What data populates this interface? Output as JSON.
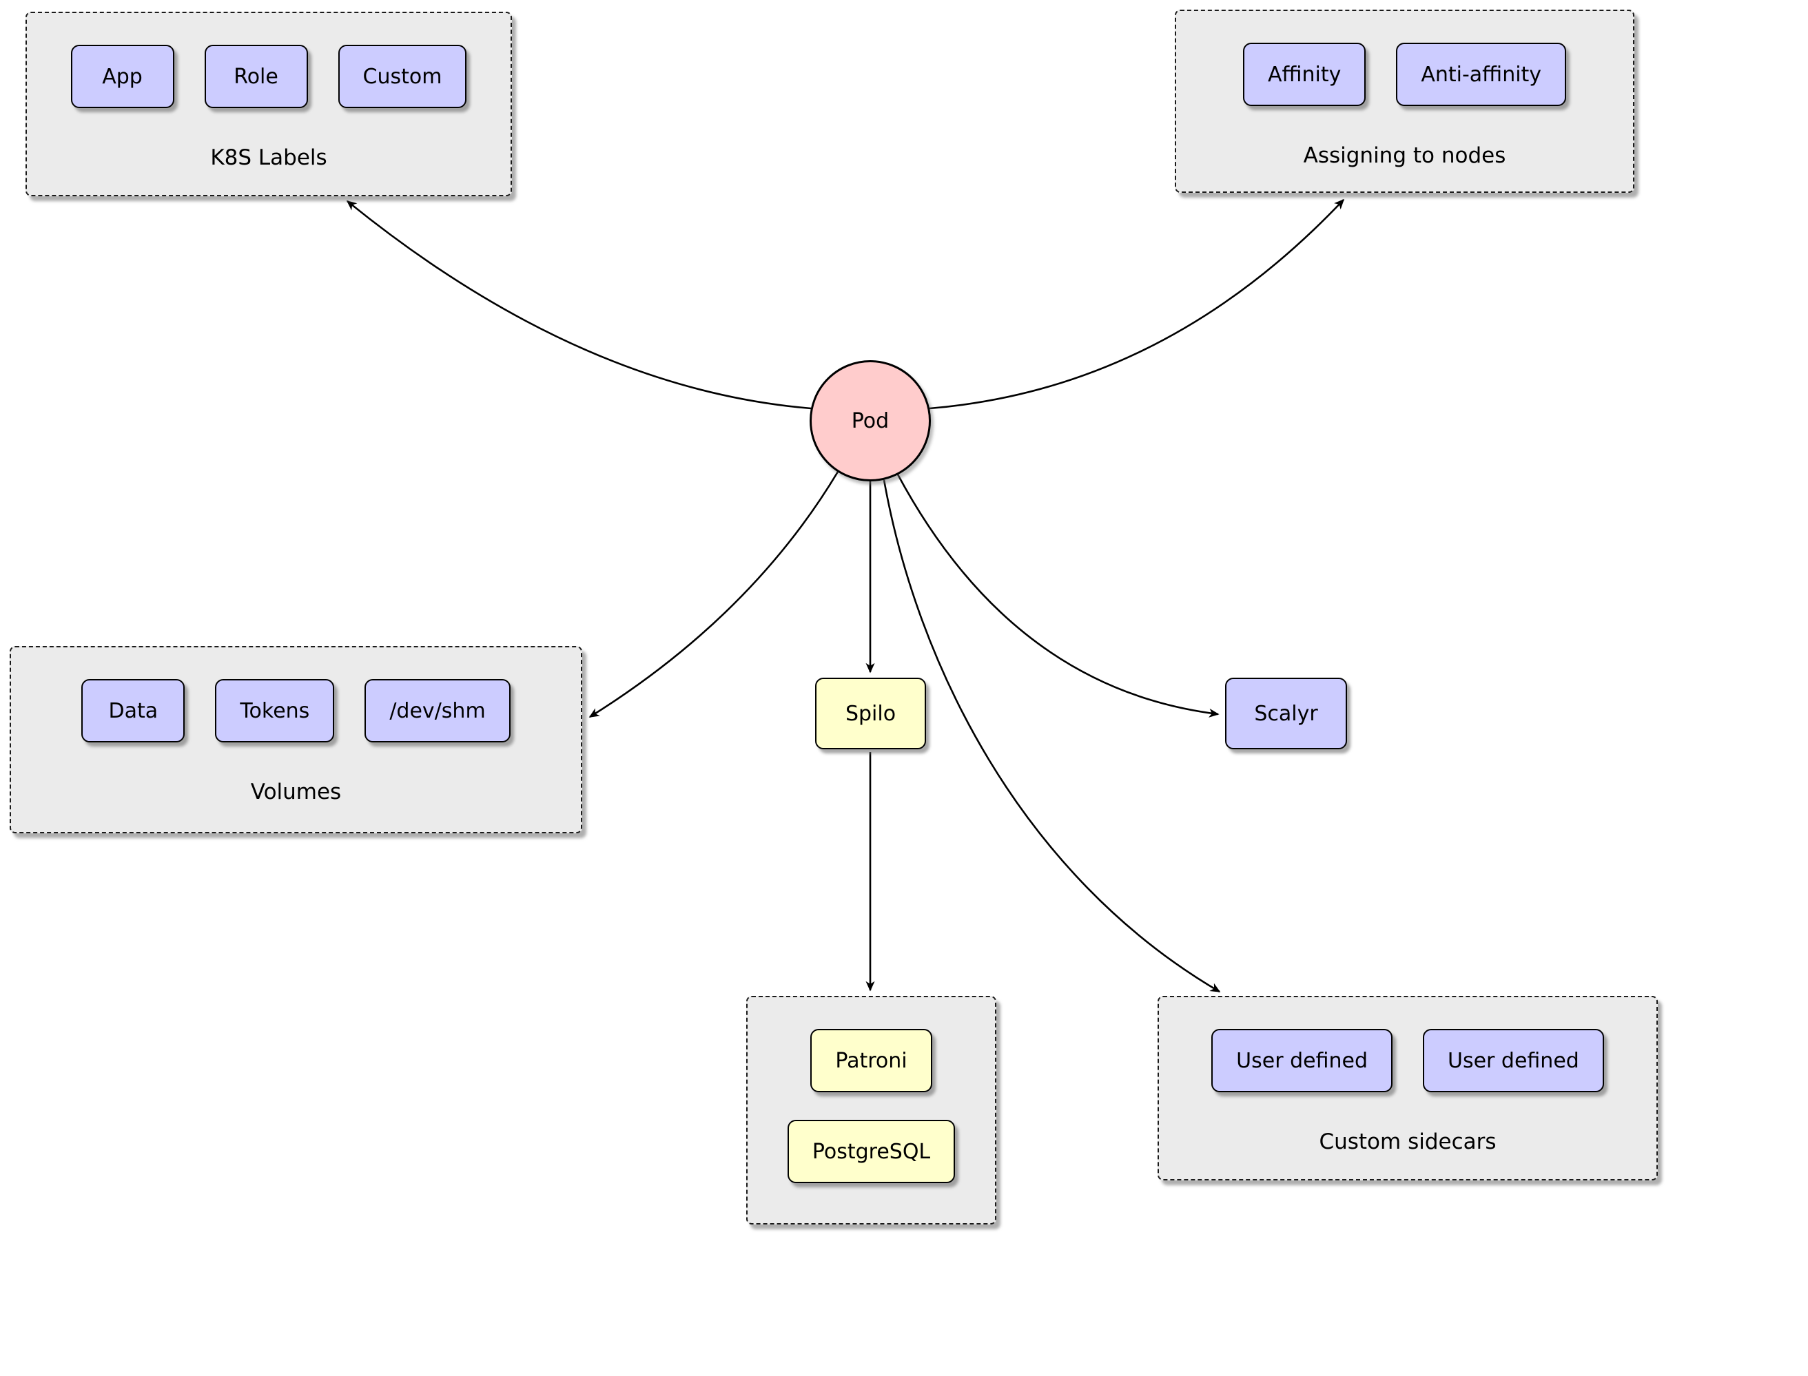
{
  "colors": {
    "node_purple": "#ccccff",
    "node_yellow": "#ffffcc",
    "pod_pink": "#ffcccc",
    "container_gray": "#ebebeb",
    "edge_black": "#000000",
    "background_white": "#ffffff"
  },
  "pod": {
    "label": "Pod"
  },
  "nodes": {
    "spilo": "Spilo",
    "scalyr": "Scalyr"
  },
  "groups": {
    "k8s_labels": {
      "title": "K8S Labels",
      "items": [
        "App",
        "Role",
        "Custom"
      ]
    },
    "assigning_to_nodes": {
      "title": "Assigning to nodes",
      "items": [
        "Affinity",
        "Anti-affinity"
      ]
    },
    "volumes": {
      "title": "Volumes",
      "items": [
        "Data",
        "Tokens",
        "/dev/shm"
      ]
    },
    "spilo_containers": {
      "title": "",
      "items": [
        "Patroni",
        "PostgreSQL"
      ]
    },
    "custom_sidecars": {
      "title": "Custom sidecars",
      "items": [
        "User defined",
        "User defined"
      ]
    }
  },
  "edges": [
    {
      "from": "Pod",
      "to": "K8S Labels"
    },
    {
      "from": "Pod",
      "to": "Assigning to nodes"
    },
    {
      "from": "Pod",
      "to": "Volumes"
    },
    {
      "from": "Pod",
      "to": "Spilo"
    },
    {
      "from": "Pod",
      "to": "Scalyr"
    },
    {
      "from": "Pod",
      "to": "Custom sidecars"
    },
    {
      "from": "Spilo",
      "to": "Patroni / PostgreSQL"
    }
  ]
}
